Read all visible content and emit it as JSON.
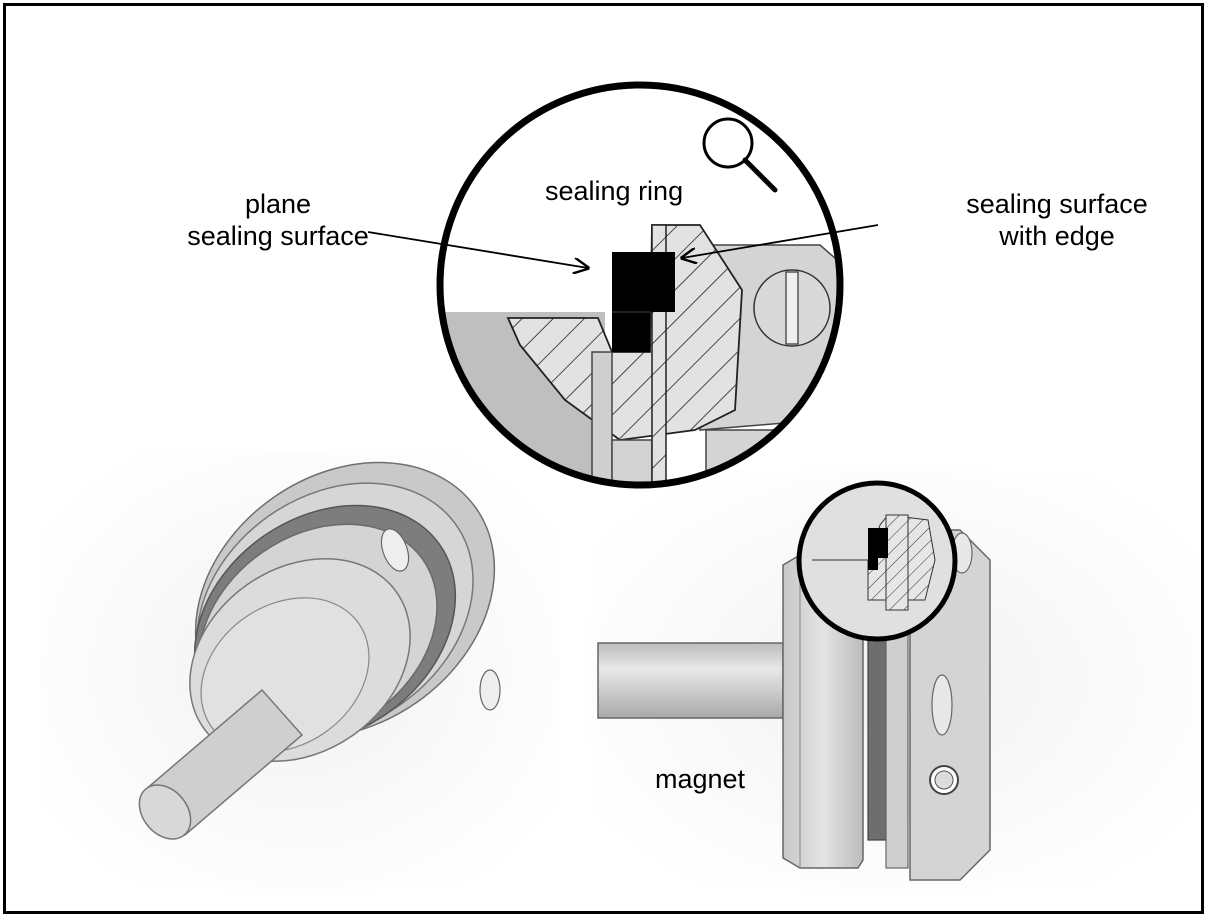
{
  "labels": {
    "plane_line1": "plane",
    "plane_line2": "sealing surface",
    "sealing_ring": "sealing ring",
    "edge_line1": "sealing surface",
    "edge_line2": "with edge",
    "magnet": "magnet"
  },
  "colors": {
    "frame": "#000000",
    "part_light": "#d9d9d9",
    "part_mid": "#b8b8b8",
    "part_dark": "#7a7a7a",
    "seal_band": "#6e6e6e",
    "ring_black": "#000000"
  },
  "icons": {
    "magnifier": "magnifier-icon"
  }
}
